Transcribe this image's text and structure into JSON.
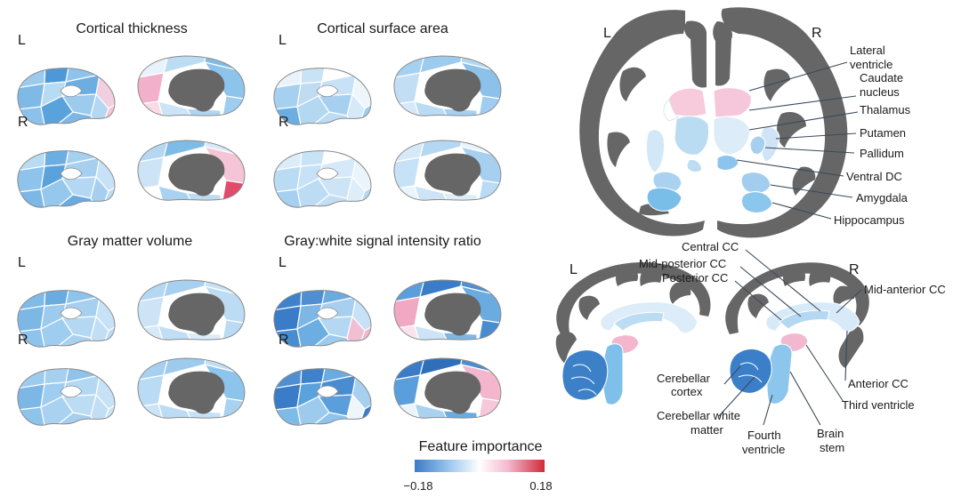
{
  "panels": [
    {
      "title": "Cortical thickness",
      "left": "L",
      "right": "R"
    },
    {
      "title": "Cortical surface area",
      "left": "L",
      "right": "R"
    },
    {
      "title": "Gray matter volume",
      "left": "L",
      "right": "R"
    },
    {
      "title": "Gray:white signal intensity ratio",
      "left": "L",
      "right": "R"
    }
  ],
  "coronal": {
    "left": "L",
    "right": "R",
    "labels": [
      "Lateral",
      "ventricle",
      "Caudate",
      "nucleus",
      "Thalamus",
      "Putamen",
      "Pallidum",
      "Ventral DC",
      "Amygdala",
      "Hippocampus"
    ]
  },
  "sagittal": {
    "left": "L",
    "right": "R",
    "labels": [
      "Central CC",
      "Mid-posterior CC",
      "Posterior CC",
      "Mid-anterior CC",
      "Anterior CC",
      "Third ventricle",
      "Cerebellar",
      "cortex",
      "Cerebellar white",
      "matter",
      "Fourth",
      "ventricle",
      "Brain",
      "stem"
    ]
  },
  "colorbar": {
    "title": "Feature importance",
    "min_label": "−0.18",
    "max_label": "0.18",
    "min": -0.18,
    "max": 0.18,
    "colors": [
      "#3a7cc7",
      "#bfdcf3",
      "#ffffff",
      "#f2b3cb",
      "#d12e3c"
    ]
  }
}
